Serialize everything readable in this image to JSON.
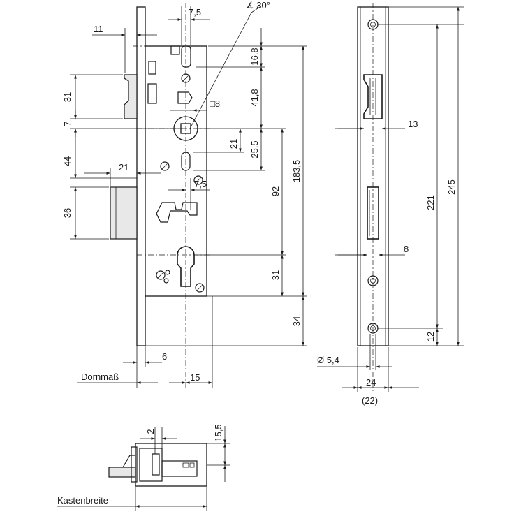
{
  "dimensions": {
    "d_7_5_top": "7,5",
    "d_angle": "∡ 30°",
    "d_11": "11",
    "d_16_8": "16,8",
    "d_31_top": "31",
    "d_41_8": "41,8",
    "d_square_8": "□8",
    "d_7": "7",
    "d_21_v": "21",
    "d_25_5": "25,5",
    "d_183_5": "183,5",
    "d_44": "44",
    "d_21_h": "21",
    "d_7_5_mid": "7,5",
    "d_92": "92",
    "d_36": "36",
    "d_31_bottom": "31",
    "d_34": "34",
    "d_6": "6",
    "d_15": "15",
    "d_13": "13",
    "d_245": "245",
    "d_221": "221",
    "d_8": "8",
    "d_12": "12",
    "d_dia_5_4": "Ø 5,4",
    "d_24": "24",
    "d_22": "(22)",
    "d_2": "2",
    "d_15_5": "15,5"
  },
  "labels": {
    "dornmass": "Dornmaß",
    "kastenbreite": "Kastenbreite"
  }
}
